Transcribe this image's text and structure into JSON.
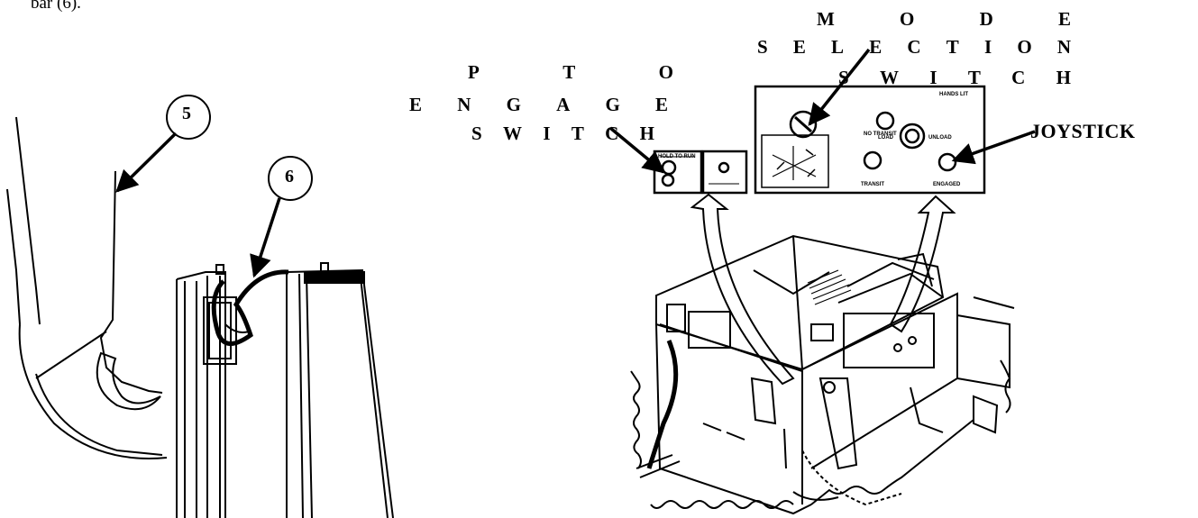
{
  "intro_text": "bar (6).",
  "callouts": {
    "five": "5",
    "six": "6"
  },
  "labels": {
    "pto_engage_switch": {
      "line1": "PTO",
      "line2": "ENGAGE",
      "line3": "SWITCH"
    },
    "mode_selection_switch": {
      "line1": "MODE",
      "line2": "SELECTION",
      "line3": "SWITCH"
    },
    "joystick": "JOYSTICK"
  },
  "panel_text": {
    "hold_to_run": "HOLD TO RUN",
    "no_transit": "NO TRANSIT",
    "hands_lit": "HANDS LIT",
    "load": "LOAD",
    "unload": "UNLOAD",
    "engaged": "ENGAGED",
    "transit": "TRANSIT"
  }
}
